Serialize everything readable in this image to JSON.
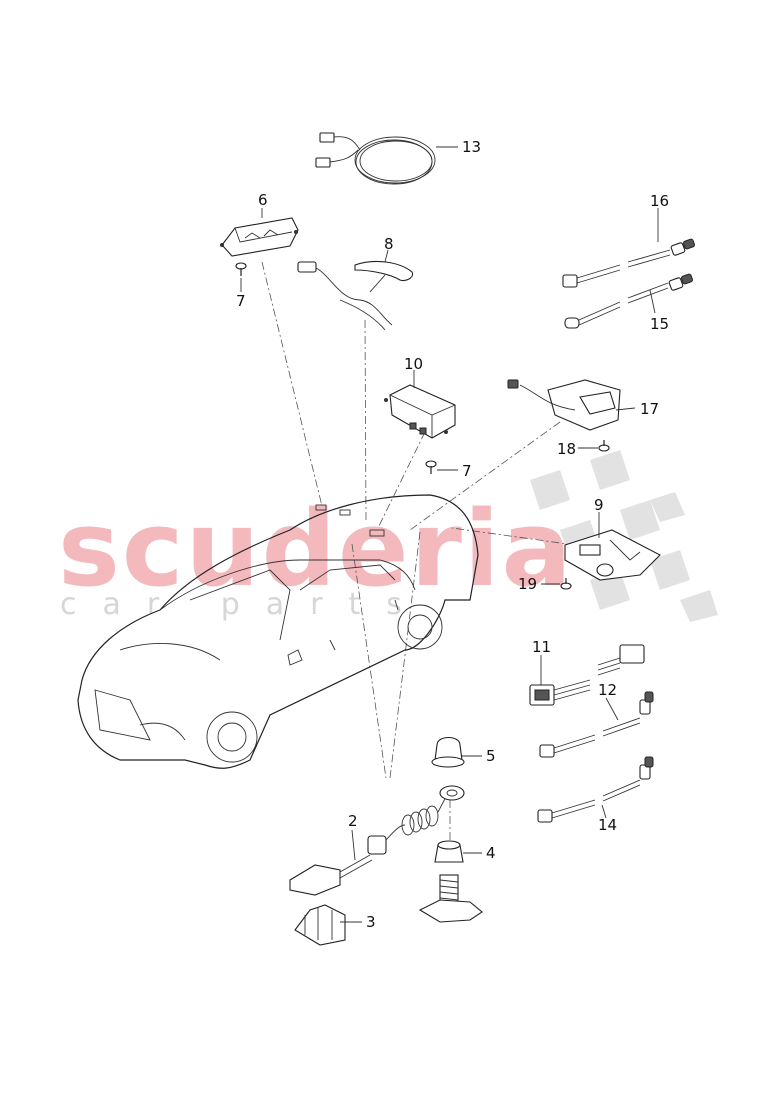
{
  "watermark": {
    "main": "scuderia",
    "sub": "car parts"
  },
  "callouts": {
    "c1": "13",
    "c2": "6",
    "c3": "7",
    "c4": "8",
    "c5": "16",
    "c6": "15",
    "c7": "10",
    "c8": "17",
    "c9": "18",
    "c10": "7",
    "c11": "9",
    "c12": "19",
    "c13": "11",
    "c14": "12",
    "c15": "5",
    "c16": "14",
    "c17": "2",
    "c18": "4",
    "c19": "3"
  }
}
